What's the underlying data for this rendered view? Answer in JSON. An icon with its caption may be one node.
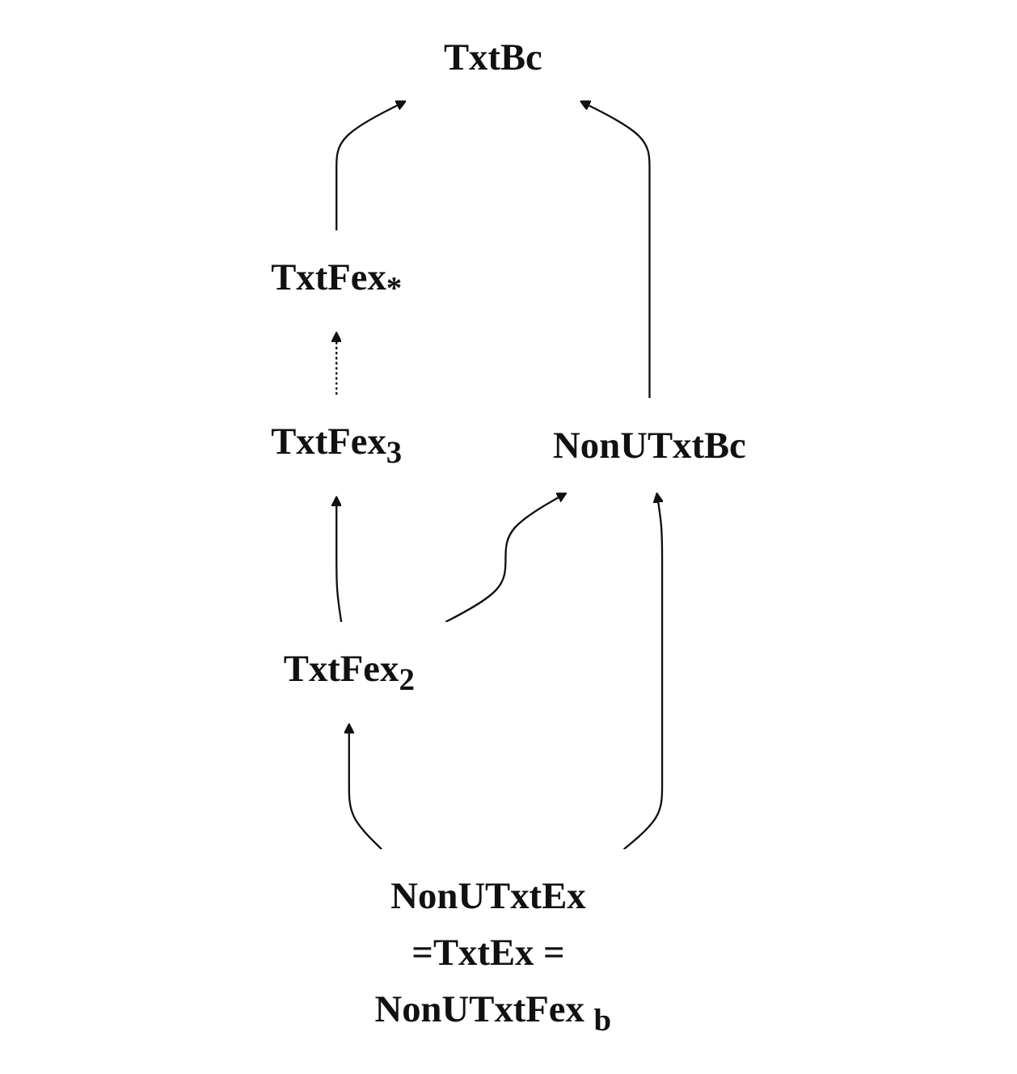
{
  "diagram": {
    "nodes": [
      {
        "text": [
          "TxtFex$_{*}$"
        ]
      },
      {
        "text": [
          "TxtBc"
        ]
      },
      {
        "text": [
          "TxtFex$_{3}$"
        ]
      },
      {
        "text": [
          "NonUTxtBc"
        ]
      },
      {
        "text": [
          "TxtFex$_{2}$"
        ]
      },
      {
        "text": [
          "NonUTxtEx =TxtEx = NonUTxtFex $_{b}$"
        ]
      }
    ],
    "edges": [
      {
        "from": 0,
        "to": 1,
        "arrow": "to"
      },
      {
        "from": 2,
        "to": 0,
        "arrow": "to",
        "style": "dashed"
      },
      {
        "from": 3,
        "to": 1,
        "arrow": "to"
      },
      {
        "from": 4,
        "to": 2,
        "arrow": "to"
      },
      {
        "from": 4,
        "to": 3,
        "arrow": "to"
      },
      {
        "from": 5,
        "to": 4,
        "arrow": "to"
      },
      {
        "from": 5,
        "to": 3,
        "arrow": "to"
      }
    ]
  }
}
